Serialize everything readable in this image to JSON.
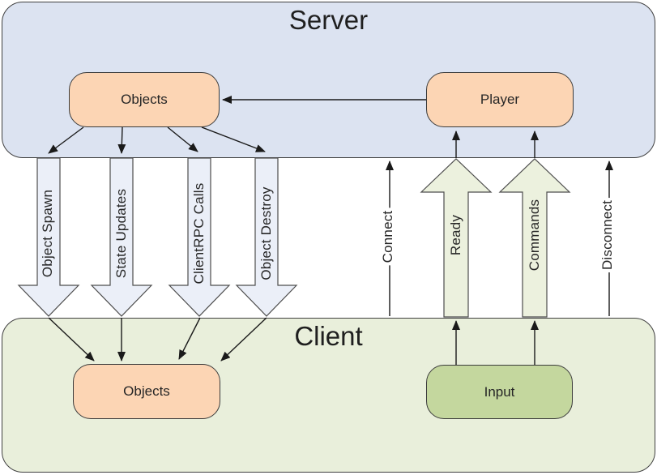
{
  "server": {
    "title": "Server",
    "nodes": {
      "objects": "Objects",
      "player": "Player"
    }
  },
  "client": {
    "title": "Client",
    "nodes": {
      "objects": "Objects",
      "input": "Input"
    }
  },
  "flows": {
    "server_to_client": [
      {
        "label": "Object Spawn"
      },
      {
        "label": "State Updates"
      },
      {
        "label": "ClientRPC Calls"
      },
      {
        "label": "Object Destroy"
      }
    ],
    "client_to_server_block": [
      {
        "label": "Ready"
      },
      {
        "label": "Commands"
      }
    ],
    "client_to_server_line": [
      {
        "label": "Connect"
      },
      {
        "label": "Disconnect"
      }
    ]
  },
  "colors": {
    "server_fill": "#dce3f1",
    "client_fill": "#e9efdb",
    "down_fill": "#ebeff8",
    "up_fill": "#ecf1de",
    "node_peach": "#fcd5b4",
    "node_green": "#c4d79e",
    "zone_stroke": "#404040",
    "node_stroke": "#3b3b3b",
    "shape_stroke": "#4d4d4d",
    "line_color": "#1a1a1a"
  }
}
